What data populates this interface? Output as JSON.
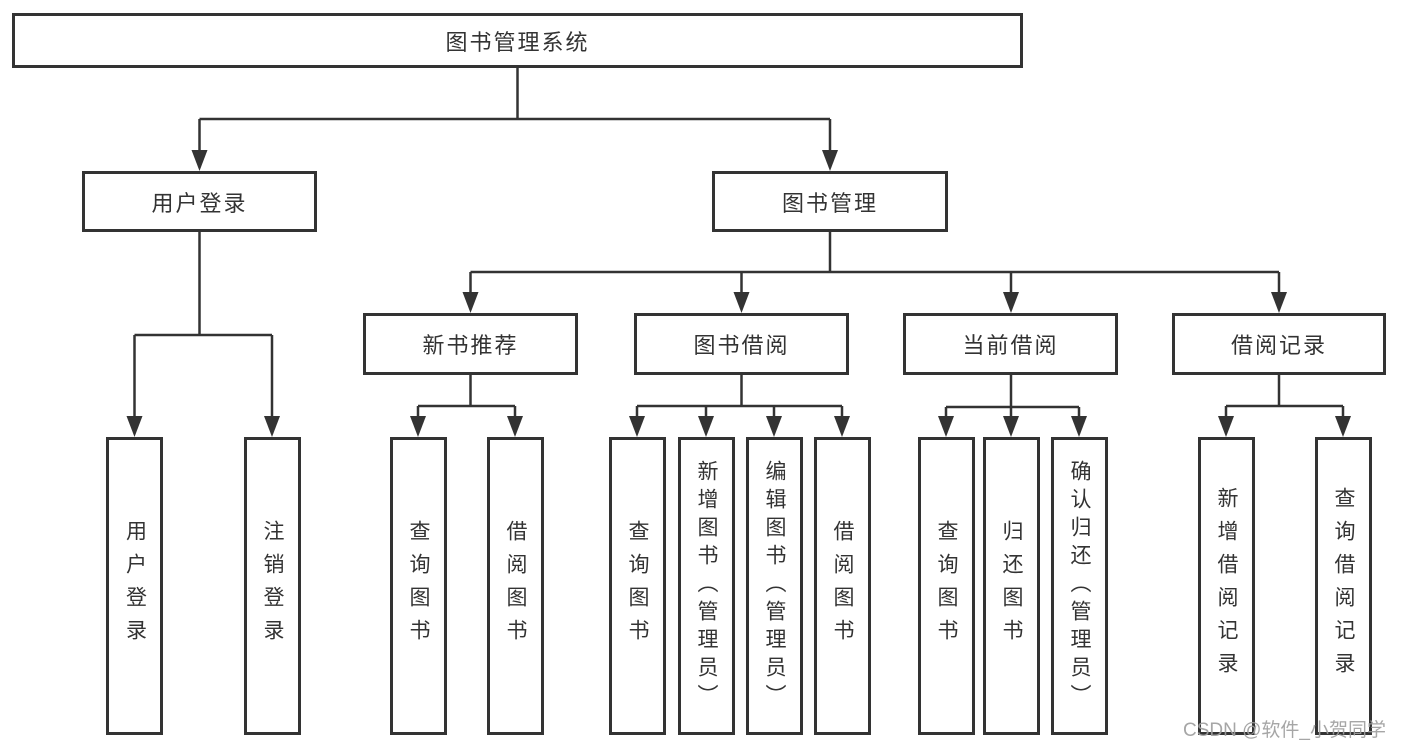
{
  "diagram": {
    "title": "图书管理系统",
    "nodes": {
      "root": "图书管理系统",
      "user_login": "用户登录",
      "book_mgmt": "图书管理",
      "new_book_rec": "新书推荐",
      "book_borrow": "图书借阅",
      "current_borrow": "当前借阅",
      "borrow_record": "借阅记录",
      "leaf_user_login": "用户登录",
      "leaf_logout": "注销登录",
      "leaf_query_book_rec": "查询图书",
      "leaf_borrow_book_rec": "借阅图书",
      "leaf_query_book_borrow": "查询图书",
      "leaf_add_book": "新增图书（管理员）",
      "leaf_edit_book": "编辑图书（管理员）",
      "leaf_borrow_book_borrow": "借阅图书",
      "leaf_query_book_current": "查询图书",
      "leaf_return_book": "归还图书",
      "leaf_confirm_return": "确认归还（管理员）",
      "leaf_add_borrow_record": "新增借阅记录",
      "leaf_query_borrow_record": "查询借阅记录"
    },
    "edges": [
      {
        "from": "图书管理系统",
        "to": [
          "用户登录",
          "图书管理"
        ]
      },
      {
        "from": "用户登录",
        "to": [
          "用户登录",
          "注销登录"
        ]
      },
      {
        "from": "图书管理",
        "to": [
          "新书推荐",
          "图书借阅",
          "当前借阅",
          "借阅记录"
        ]
      },
      {
        "from": "新书推荐",
        "to": [
          "查询图书",
          "借阅图书"
        ]
      },
      {
        "from": "图书借阅",
        "to": [
          "查询图书",
          "新增图书（管理员）",
          "编辑图书（管理员）",
          "借阅图书"
        ]
      },
      {
        "from": "当前借阅",
        "to": [
          "查询图书",
          "归还图书",
          "确认归还（管理员）"
        ]
      },
      {
        "from": "借阅记录",
        "to": [
          "新增借阅记录",
          "查询借阅记录"
        ]
      }
    ],
    "line_color": "#333333",
    "watermark": "CSDN @软件_小贺同学"
  }
}
